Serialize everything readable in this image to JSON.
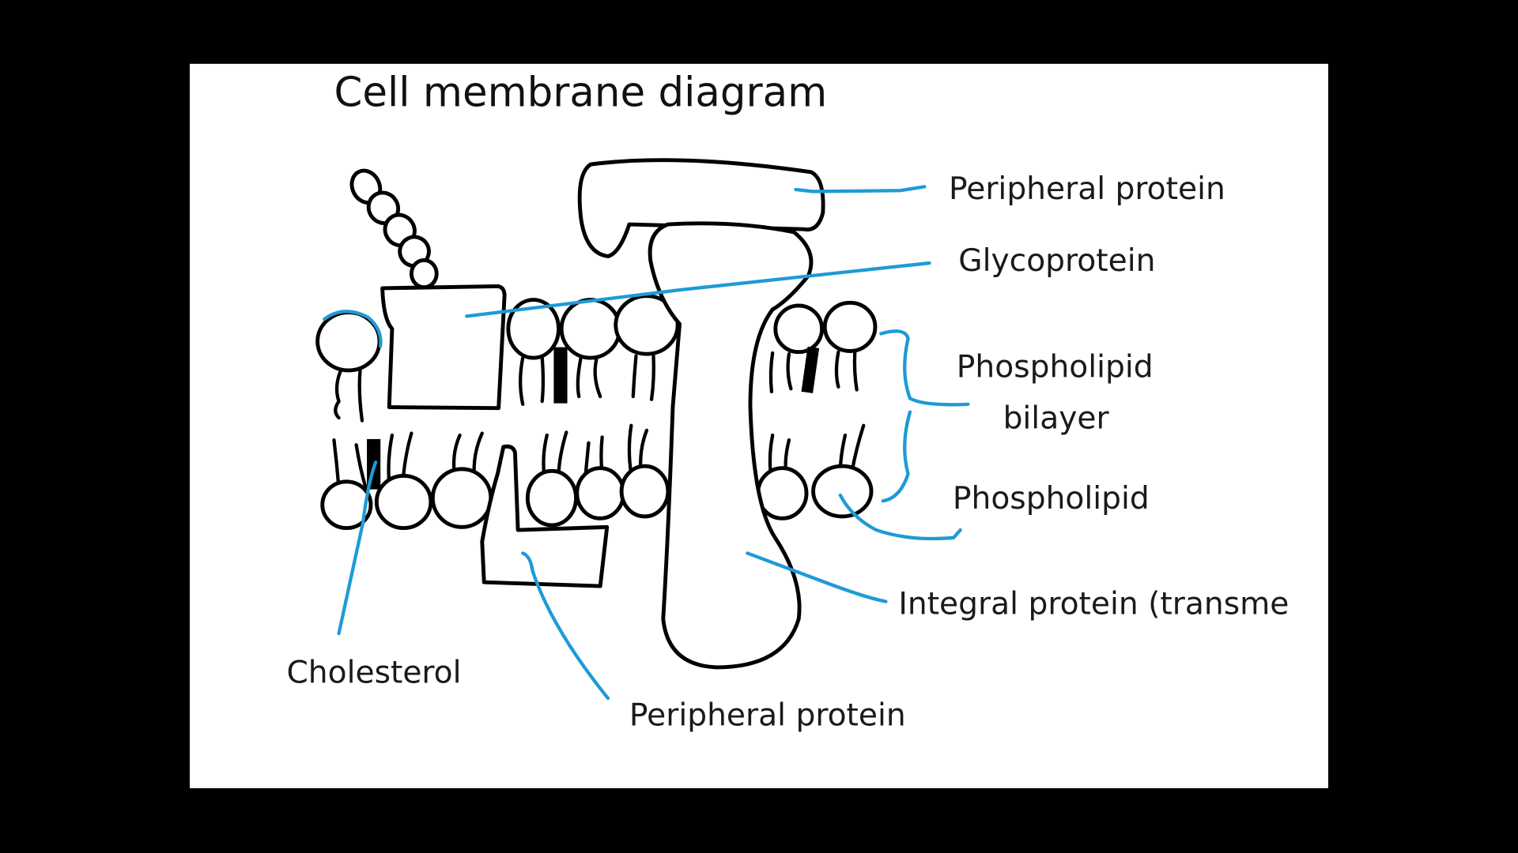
{
  "slide": {
    "title": "Cell membrane diagram",
    "background_color": "#ffffff",
    "frame_color": "#000000",
    "leader_color": "#1f9ad6",
    "labels": {
      "peripheral_protein_top": "Peripheral protein",
      "glycoprotein": "Glycoprotein",
      "phospholipid_bilayer_line1": "Phospholipid",
      "phospholipid_bilayer_line2": "bilayer",
      "phospholipid": "Phospholipid",
      "integral_protein": "Integral protein (transme",
      "cholesterol": "Cholesterol",
      "peripheral_protein_bottom": "Peripheral protein"
    }
  }
}
